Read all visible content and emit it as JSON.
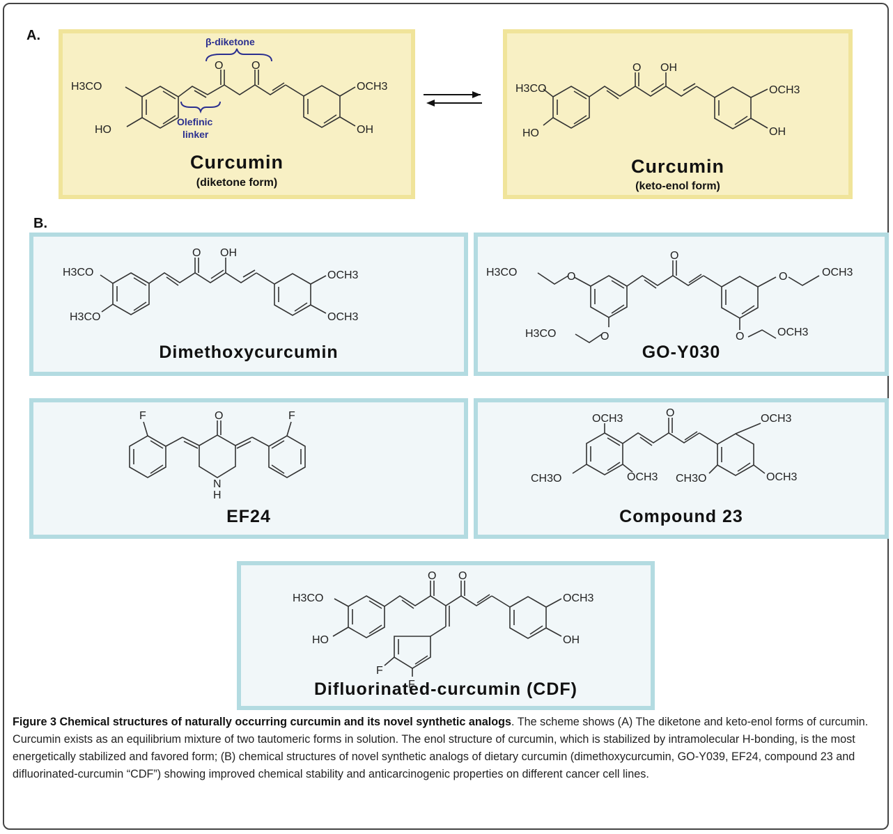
{
  "section_a": "A.",
  "section_b": "B.",
  "panels": {
    "diketone": {
      "name": "Curcumin",
      "subtitle": "(diketone form)",
      "annotations": {
        "beta": "β-diketone",
        "olefinic1": "Olefinic",
        "olefinic2": "linker"
      },
      "atoms": {
        "h3co": "H3CO",
        "ho": "HO",
        "o1": "O",
        "o2": "O",
        "och3": "OCH3",
        "oh": "OH"
      }
    },
    "ketoenol": {
      "name": "Curcumin",
      "subtitle": "(keto-enol form)",
      "atoms": {
        "h3co": "H3CO",
        "ho": "HO",
        "o1": "O",
        "oh_top": "OH",
        "och3": "OCH3",
        "oh": "OH"
      }
    },
    "dimethoxy": {
      "name": "Dimethoxycurcumin",
      "atoms": {
        "h3co_1": "H3CO",
        "h3co_2": "H3CO",
        "o": "O",
        "oh": "OH",
        "och3_1": "OCH3",
        "och3_2": "OCH3"
      }
    },
    "goy030": {
      "name": "GO-Y030",
      "atoms": {
        "h3co_1": "H3CO",
        "o_1": "O",
        "o_top": "O",
        "o_2": "O",
        "och3_1": "OCH3",
        "h3co_2": "H3CO",
        "o_3": "O",
        "o_4": "O",
        "och3_2": "OCH3"
      }
    },
    "ef24": {
      "name": "EF24",
      "atoms": {
        "f1": "F",
        "o": "O",
        "f2": "F",
        "n": "N",
        "h": "H"
      }
    },
    "compound23": {
      "name": "Compound 23",
      "atoms": {
        "och3_tl": "OCH3",
        "o": "O",
        "och3_tr": "OCH3",
        "ch3o_l": "CH3O",
        "och3_ml": "OCH3",
        "ch3o_m": "CH3O",
        "och3_r": "OCH3"
      }
    },
    "cdf": {
      "name": "Difluorinated-curcumin (CDF)",
      "atoms": {
        "h3co": "H3CO",
        "o1": "O",
        "o2": "O",
        "och3": "OCH3",
        "ho": "HO",
        "oh": "OH",
        "f1": "F",
        "f2": "F"
      }
    }
  },
  "caption": {
    "lead": "Figure 3 Chemical structures of naturally occurring curcumin and its novel synthetic analogs",
    "body": ". The scheme shows (A) The diketone and keto-enol forms of curcumin. Curcumin exists as an equilibrium mixture of two tautomeric forms in solution. The enol structure of curcumin, which is stabilized by intramolecular H-bonding, is the most energetically stabilized and favored form; (B) chemical structures of novel synthetic analogs of dietary curcumin (dimethoxycurcumin, GO-Y039, EF24, compound 23 and difluorinated-curcumin “CDF”) showing improved chemical stability and anticarcinogenic properties on different cancer cell lines."
  }
}
